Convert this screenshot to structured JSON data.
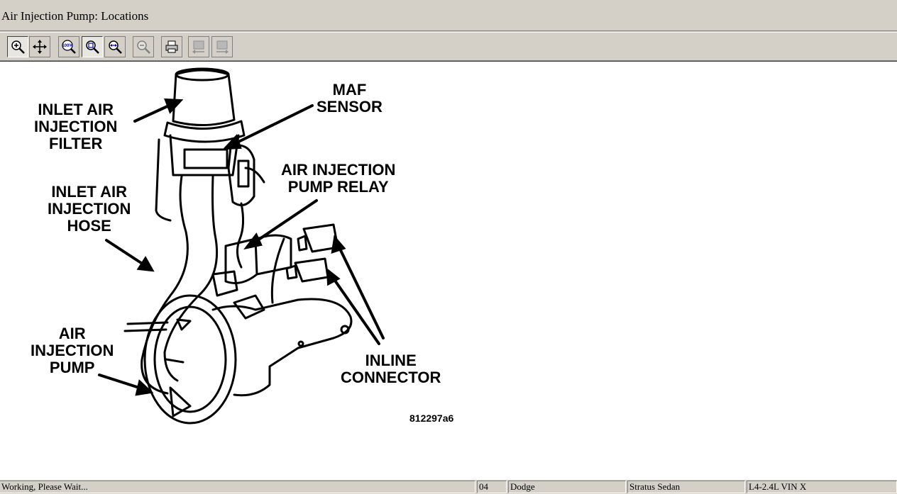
{
  "window": {
    "title": "Air Injection Pump:  Locations"
  },
  "toolbar": {
    "buttons": [
      {
        "icon": "zoom-in-icon"
      },
      {
        "icon": "pan-icon"
      },
      {
        "icon": "zoom-100-icon",
        "text": "100%"
      },
      {
        "icon": "zoom-fit-icon"
      },
      {
        "icon": "zoom-width-icon"
      },
      {
        "icon": "zoom-out-icon"
      },
      {
        "icon": "print-icon"
      },
      {
        "icon": "previous-image-icon"
      },
      {
        "icon": "next-image-icon"
      }
    ]
  },
  "diagram": {
    "labels": {
      "inlet_filter": [
        "INLET AIR",
        "INJECTION",
        "FILTER"
      ],
      "maf_sensor": [
        "MAF",
        "SENSOR"
      ],
      "pump_relay": [
        "AIR INJECTION",
        "PUMP RELAY"
      ],
      "inlet_hose": [
        "INLET AIR",
        "INJECTION",
        "HOSE"
      ],
      "air_pump": [
        "AIR",
        "INJECTION",
        "PUMP"
      ],
      "inline_connector": [
        "INLINE",
        "CONNECTOR"
      ]
    },
    "figure_id": "812297a6"
  },
  "status": {
    "message": "Working,  Please Wait...",
    "year": "04",
    "make": "Dodge",
    "model": "Stratus Sedan",
    "engine": "L4-2.4L VIN X"
  }
}
